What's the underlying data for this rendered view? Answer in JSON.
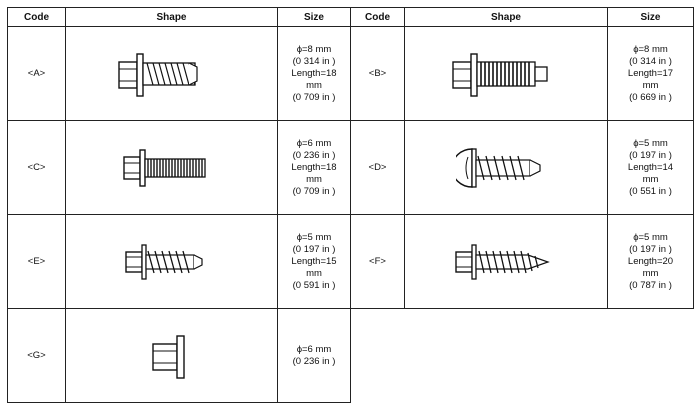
{
  "headers": {
    "code": "Code",
    "shape": "Shape",
    "size": "Size"
  },
  "fasteners": {
    "A": {
      "code": "<A>",
      "shape_icon": "flanged-hex-bolt-icon",
      "size": [
        "ϕ=8 mm",
        "(0 314 in )",
        "Length=18",
        "mm",
        "(0 709 in )"
      ]
    },
    "B": {
      "code": "<B>",
      "shape_icon": "hex-bolt-pilot-tip-icon",
      "size": [
        "ϕ=8 mm",
        "(0 314 in )",
        "Length=17",
        "mm",
        "(0 669 in )"
      ]
    },
    "C": {
      "code": "<C>",
      "shape_icon": "flanged-hex-bolt-icon",
      "size": [
        "ϕ=6 mm",
        "(0 236 in )",
        "Length=18",
        "mm",
        "(0 709 in )"
      ]
    },
    "D": {
      "code": "<D>",
      "shape_icon": "pan-head-screw-icon",
      "size": [
        "ϕ=5 mm",
        "(0 197 in )",
        "Length=14",
        "mm",
        "(0 551 in )"
      ]
    },
    "E": {
      "code": "<E>",
      "shape_icon": "hex-tapping-screw-icon",
      "size": [
        "ϕ=5 mm",
        "(0 197 in )",
        "Length=15",
        "mm",
        "(0 591 in )"
      ]
    },
    "F": {
      "code": "<F>",
      "shape_icon": "hex-tapping-screw-pointed-icon",
      "size": [
        "ϕ=5 mm",
        "(0 197 in )",
        "Length=20",
        "mm",
        "(0 787 in )"
      ]
    },
    "G": {
      "code": "<G>",
      "shape_icon": "flange-nut-icon",
      "size": [
        "ϕ=6 mm",
        "(0 236 in )"
      ]
    }
  }
}
